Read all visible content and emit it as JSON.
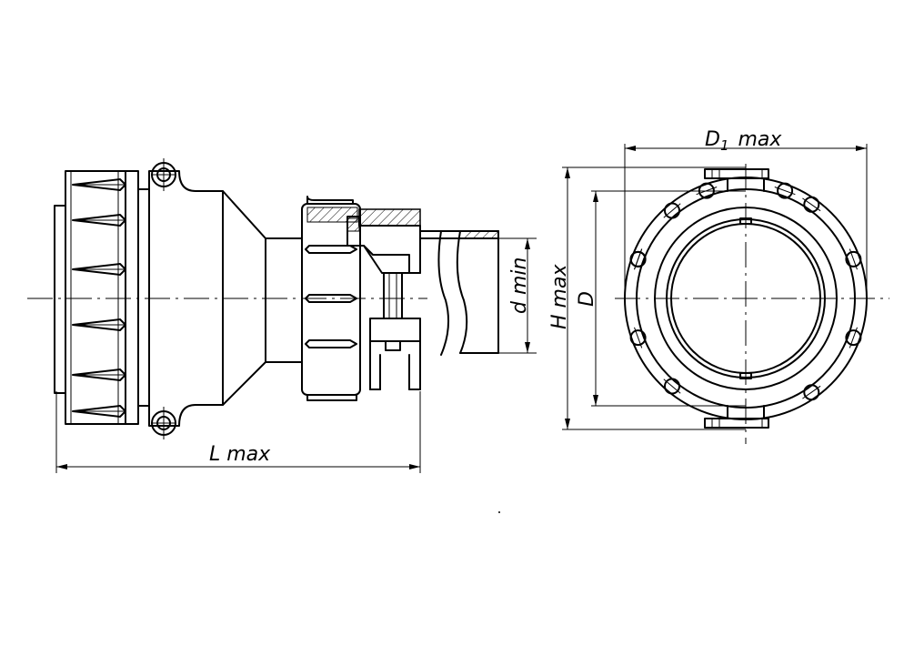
{
  "labels": {
    "l_max": "L max",
    "d_min": "d min",
    "h_max": "H max",
    "d": "D",
    "d1_base": "D",
    "d1_sub": "1",
    "d1_suffix": "max"
  }
}
